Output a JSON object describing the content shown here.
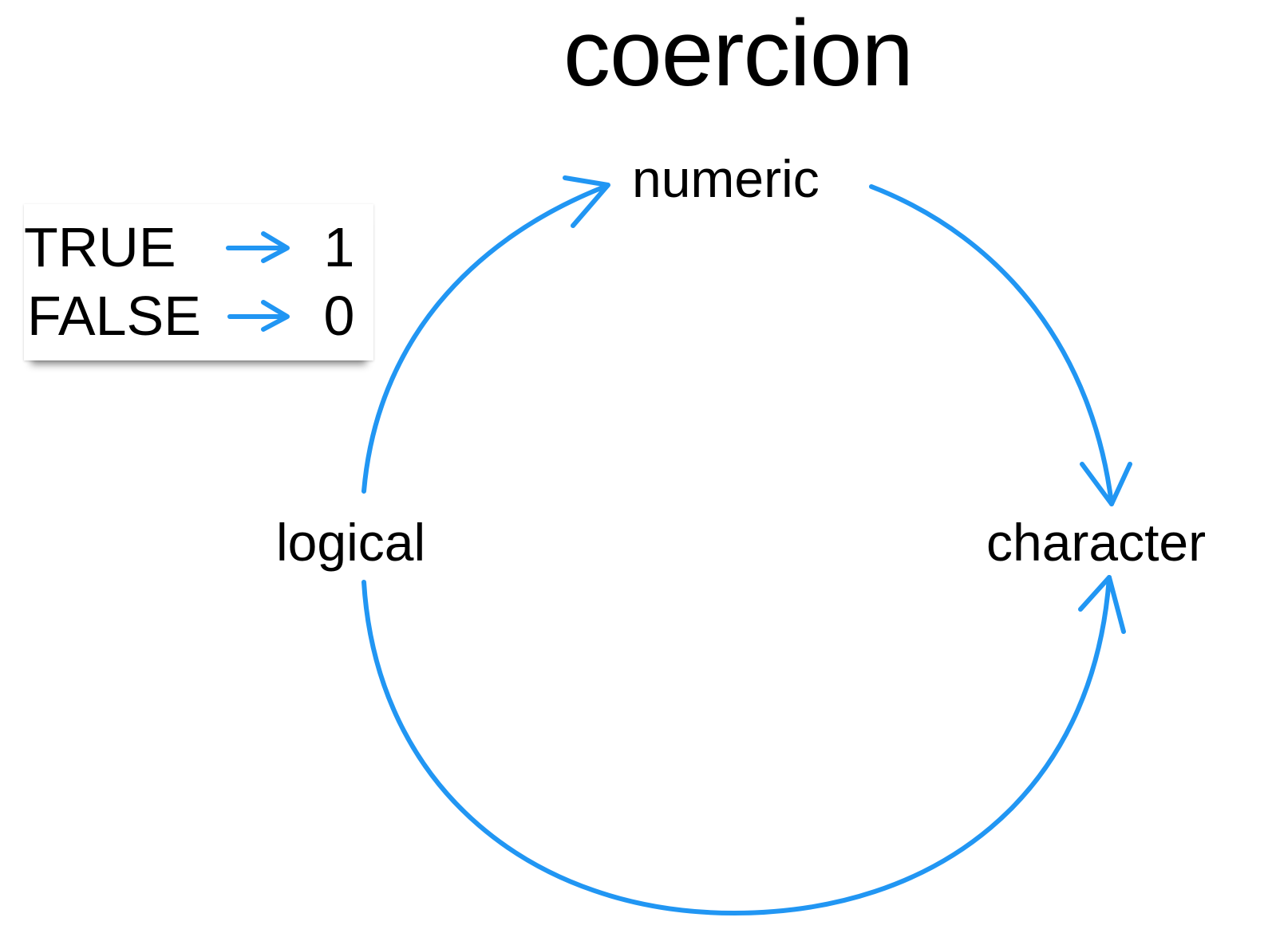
{
  "title": "coercion",
  "colors": {
    "arrow": "#2196f3",
    "text": "#000000",
    "background": "#ffffff"
  },
  "nodes": {
    "numeric": "numeric",
    "logical": "logical",
    "character": "character"
  },
  "edges": [
    {
      "from": "logical",
      "to": "numeric"
    },
    {
      "from": "numeric",
      "to": "character"
    },
    {
      "from": "logical",
      "to": "character"
    }
  ],
  "legend": {
    "rows": [
      {
        "from": "TRUE",
        "to": "1"
      },
      {
        "from": "FALSE",
        "to": "0"
      }
    ]
  }
}
